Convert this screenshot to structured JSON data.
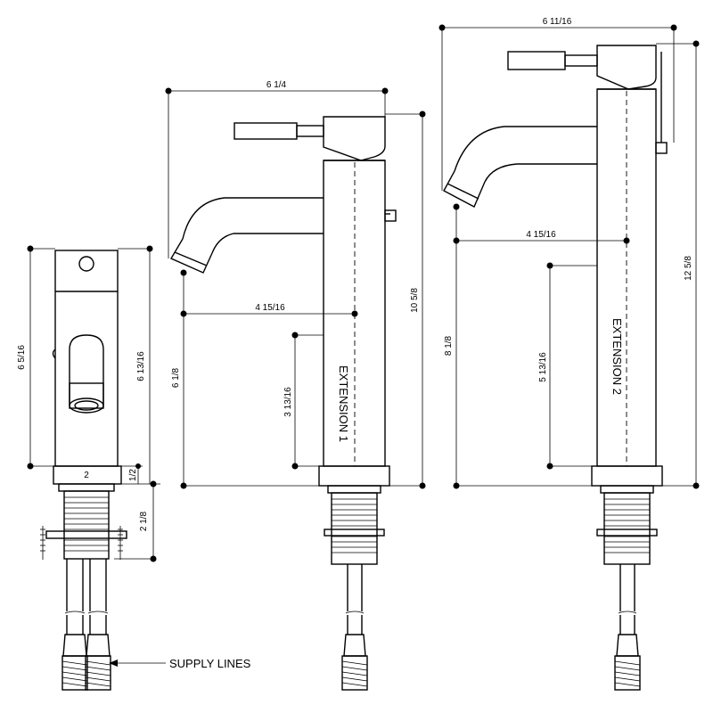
{
  "side_view": {
    "dims": {
      "height_left": "6 5/16",
      "height_right": "6 13/16",
      "base_width": "2",
      "base_thickness": "1/2",
      "shank_length": "2 1/8"
    }
  },
  "standard": {
    "dims": {
      "width": "6 1/4",
      "reach": "4 15/16",
      "spout_height": "6 1/8",
      "extension_height": "3 13/16",
      "total_height": "10 5/8"
    },
    "extension_label": "EXTENSION 1"
  },
  "tall": {
    "dims": {
      "width": "6 11/16",
      "reach": "4 15/16",
      "spout_height": "8 1/8",
      "extension_height": "5 13/16",
      "total_height": "12 5/8"
    },
    "extension_label": "EXTENSION 2"
  },
  "callout": {
    "supply_lines": "SUPPLY LINES"
  }
}
